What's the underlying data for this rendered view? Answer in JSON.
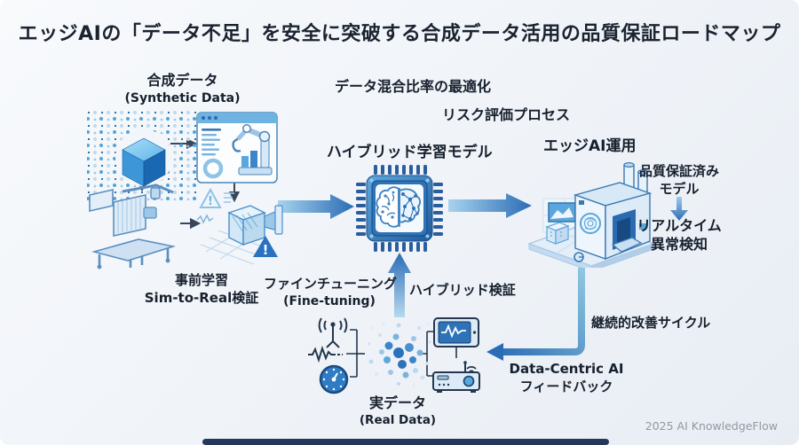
{
  "title": "エッジAIの「データ不足」を安全に突破する合成データ活用の品質保証ロードマップ",
  "footer": "2025 AI KnowledgeFlow",
  "left": {
    "synthetic": {
      "ja": "合成データ",
      "en": "(Synthetic Data)"
    },
    "pretrain": {
      "ja": "事前学習",
      "en": "Sim-to-Real検証"
    }
  },
  "center": {
    "mix_ratio": "データ混合比率の最適化",
    "risk_process": "リスク評価プロセス",
    "hybrid_model": "ハイブリッド学習モデル",
    "fine_tuning": {
      "ja": "ファインチューニング",
      "en": "(Fine-tuning)"
    },
    "hybrid_validation": "ハイブリッド検証",
    "real_data": {
      "ja": "実データ",
      "en": "(Real Data)"
    }
  },
  "right": {
    "edge_ai": "エッジAI運用",
    "qa_model": {
      "line1": "品質保証済み",
      "line2": "モデル"
    },
    "realtime": {
      "line1": "リアルタイム",
      "line2": "異常検知"
    },
    "cycle": "継続的改善サイクル",
    "feedback": {
      "line1": "Data-Centric AI",
      "line2": "フィードバック"
    }
  },
  "icons": {
    "dot_matrix_cube": "synthetic-data-cube-icon",
    "browser_robot": "browser-robot-arm-icon",
    "conveyor": "conveyor-machine-icon",
    "scan_object": "scanned-object-warning-icon",
    "chip_brain": "ai-chip-brain-icon",
    "factory": "edge-factory-icon",
    "antenna": "antenna-icon",
    "waveform": "waveform-icon",
    "gauge": "gauge-icon",
    "cluster": "data-cluster-icon",
    "phone": "phone-monitor-icon",
    "device": "iot-device-icon"
  },
  "colors": {
    "arrow_dark": "#2b6cb4",
    "arrow_light": "#a7d3ee",
    "small_arrow": "#39475a",
    "title": "#1b2330"
  }
}
